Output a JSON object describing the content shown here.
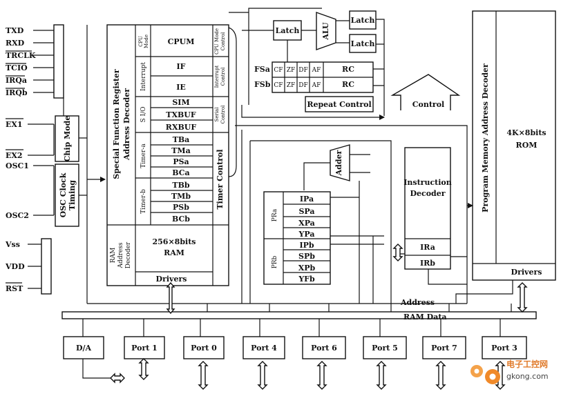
{
  "pins": {
    "left": [
      "TXD",
      "RXD",
      "TRCLK",
      "TCIO",
      "IRQa",
      "IRQb"
    ],
    "ex1": "EX1",
    "ex2": "EX2",
    "osc1": "OSC1",
    "osc2": "OSC2",
    "vss": "Vss",
    "vdd": "VDD",
    "rst": "RST"
  },
  "blocks": {
    "chip_mode": "Chip Mode",
    "osc_clock_timing": [
      "OSC Clock",
      "Timing"
    ],
    "sfr_address_decoder": [
      "Special Function Register",
      "Address Decoder"
    ],
    "cpu_mode": [
      "CPU",
      "Mode"
    ],
    "cpum": "CPUM",
    "cpu_mode_control": [
      "CPU Mode",
      "Control"
    ],
    "interrupt": "Interrupt",
    "if": "IF",
    "ie": "IE",
    "interrupt_control": [
      "Interrupt",
      "Control"
    ],
    "sio": "S I/O",
    "sim": "SIM",
    "txbuf": "TXBUF",
    "rxbuf": "RXBUF",
    "serial_control": [
      "Serial",
      "Control"
    ],
    "timer_a": "Timer-a",
    "timer_a_regs": [
      "TBa",
      "TMa",
      "PSa",
      "BCa"
    ],
    "timer_b": "Timer-b",
    "timer_b_regs": [
      "TBb",
      "TMb",
      "PSb",
      "BCb"
    ],
    "timer_control": "Timer Control",
    "ram_address_decoder": [
      "RAM",
      "Address",
      "Decoder"
    ],
    "ram": [
      "256×8bits",
      "RAM"
    ],
    "ram_drivers": "Drivers",
    "latch": "Latch",
    "alu": "ALU",
    "latch_top": "Latch",
    "latch_bottom": "Latch",
    "fsa": "FSa",
    "fsb": "FSb",
    "flags": [
      "CF",
      "ZF",
      "DF",
      "AF"
    ],
    "rc": "RC",
    "repeat_control": "Repeat Control",
    "control": "Control",
    "adder": "Adder",
    "pra": "PRa",
    "pra_regs": [
      "IPa",
      "SPa",
      "XPa",
      "YPa"
    ],
    "prb": "PRb",
    "prb_regs": [
      "IPb",
      "SPb",
      "XPb",
      "YFb"
    ],
    "instruction_decoder": [
      "Instruction",
      "Decoder"
    ],
    "ira": "IRa",
    "irb": "IRb",
    "pm_address_decoder": "Program Memory Address Decoder",
    "rom": [
      "4K×8bits",
      "ROM"
    ],
    "rom_drivers": "Drivers"
  },
  "buses": {
    "address": "Address",
    "ram_data": "RAM Data"
  },
  "ports": [
    "D/A",
    "Port 1",
    "Port 0",
    "Port 4",
    "Port 6",
    "Port 5",
    "Port 7",
    "Port 3"
  ],
  "watermark": {
    "cn": "电子工控网",
    "url": "gkong.com"
  }
}
